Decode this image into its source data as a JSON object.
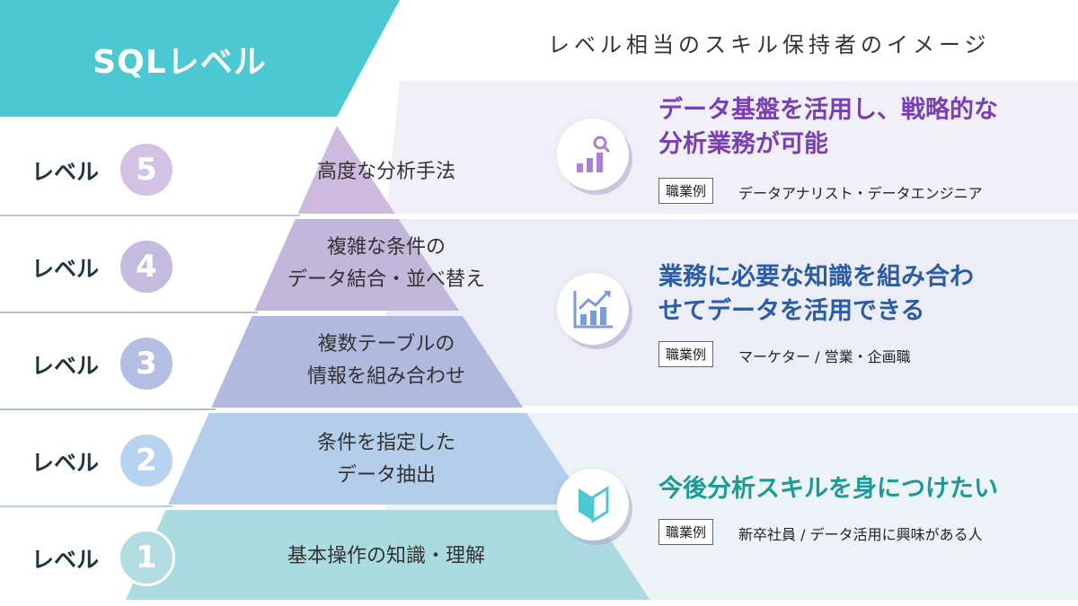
{
  "header": {
    "title": "SQLレベル",
    "subtitle": "レベル相当のスキル保持者のイメージ"
  },
  "levels": [
    {
      "label": "レベル",
      "number": "5",
      "skill_lines": [
        "高度な分析手法"
      ]
    },
    {
      "label": "レベル",
      "number": "4",
      "skill_lines": [
        "複雑な条件の",
        "データ結合・並べ替え"
      ]
    },
    {
      "label": "レベル",
      "number": "3",
      "skill_lines": [
        "複数テーブルの",
        "情報を組み合わせ"
      ]
    },
    {
      "label": "レベル",
      "number": "2",
      "skill_lines": [
        "条件を指定した",
        "データ抽出"
      ]
    },
    {
      "label": "レベル",
      "number": "1",
      "skill_lines": [
        "基本操作の知識・理解"
      ]
    }
  ],
  "profiles": [
    {
      "icon": "magnifier-bar-chart-icon",
      "heading_lines": [
        "データ基盤を活用し、戦略的な",
        "分析業務が可能"
      ],
      "tag": "職業例",
      "jobs": "データアナリスト・データエンジニア",
      "color": "#7a3fb4"
    },
    {
      "icon": "rising-chart-icon",
      "heading_lines": [
        "業務に必要な知識を組み合わ",
        "せてデータを活用できる"
      ],
      "tag": "職業例",
      "jobs": "マーケター / 営業・企画職",
      "color": "#2b5ca6"
    },
    {
      "icon": "beginner-mark-icon",
      "heading_lines": [
        "今後分析スキルを身につけたい"
      ],
      "tag": "職業例",
      "jobs": "新卒社員 / データ活用に興味がある人",
      "color": "#1a9a98"
    }
  ],
  "colors": {
    "header": "#4cc8d3",
    "tier5": "#cdbade",
    "tier4": "#c0b7da",
    "tier3": "#b1b9de",
    "tier2": "#b3cdea",
    "tier1": "#aadbe0"
  }
}
